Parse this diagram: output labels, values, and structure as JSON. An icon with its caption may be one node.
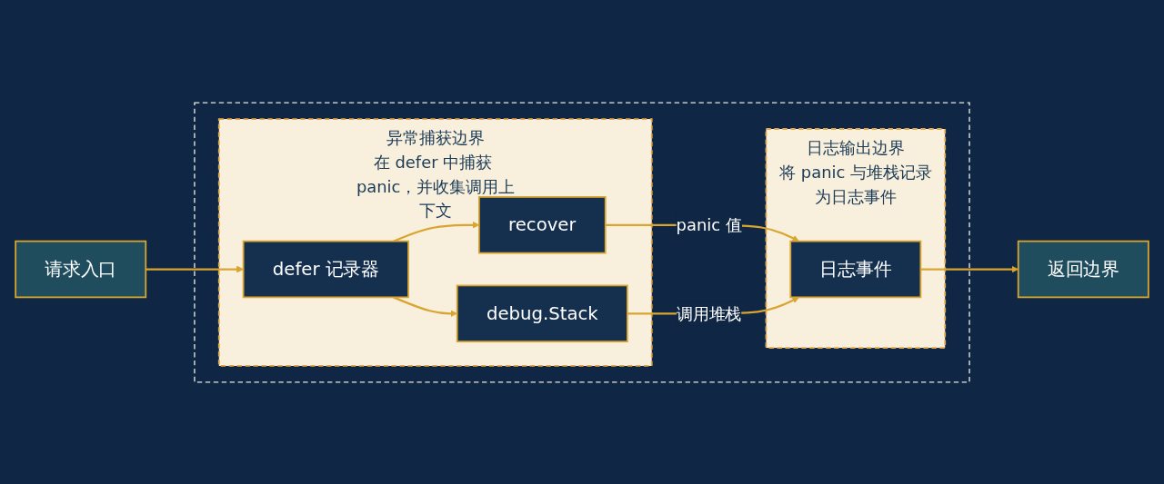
{
  "diagram": {
    "nodes": [
      {
        "text": [
          "请求入口"
        ]
      },
      {
        "text": [],
        "shape": "box"
      },
      {
        "text": [
          "异常捕获边界",
          "在 defer 中捕获 panic，并收集调用上下文"
        ],
        "in": 1
      },
      {
        "text": [
          "defer 记录器"
        ],
        "in": 2
      },
      {
        "text": [
          "recover"
        ],
        "in": 2
      },
      {
        "text": [
          "debug.Stack"
        ],
        "in": 2
      },
      {
        "text": [
          "日志输出边界",
          "将 panic 与堆栈记录为日志事件"
        ],
        "in": 1
      },
      {
        "text": [
          "日志事件"
        ],
        "in": 6
      },
      {
        "text": [
          "返回边界"
        ]
      }
    ],
    "edges": [
      {
        "from": 0,
        "to": 3,
        "arrow": "to"
      },
      {
        "from": 3,
        "to": 4,
        "arrow": "to"
      },
      {
        "from": 3,
        "to": 5,
        "arrow": "to"
      },
      {
        "from": 4,
        "to": 7,
        "label": "panic 值",
        "arrow": "to"
      },
      {
        "from": 5,
        "to": 7,
        "label": "调用堆栈",
        "arrow": "to"
      },
      {
        "from": 7,
        "to": 8,
        "arrow": "to"
      }
    ]
  }
}
